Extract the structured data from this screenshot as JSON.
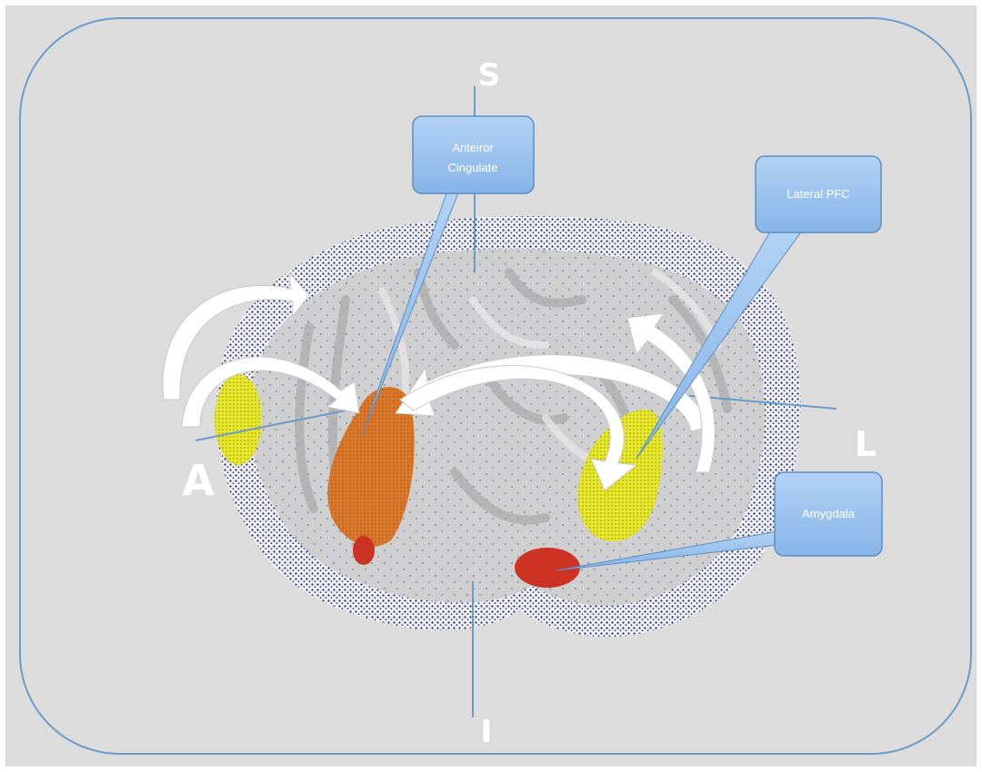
{
  "orientation_labels": {
    "superior": "S",
    "inferior": "I",
    "anterior": "A",
    "lateral": "L"
  },
  "callouts": {
    "anterior_cingulate": [
      "Anteiror",
      "Cingulate"
    ],
    "lateral_pfc": "Lateral PFC",
    "amygdala": "Amygdala"
  },
  "colors": {
    "frame_border": "#6a9cc9",
    "background": "#dcdcdc",
    "brain_surface": "#d2d2d2",
    "brain_mesh_dots": "#1f2a5c",
    "callout_fill": "#9cc3ee",
    "callout_border": "#5b8fc4",
    "axis_line": "#6a9cc9",
    "anterior_cingulate_region": "#d9782a",
    "lateral_pfc_region": "#e0e020",
    "amygdala_region": "#cc3322",
    "arrows": "#ffffff"
  }
}
